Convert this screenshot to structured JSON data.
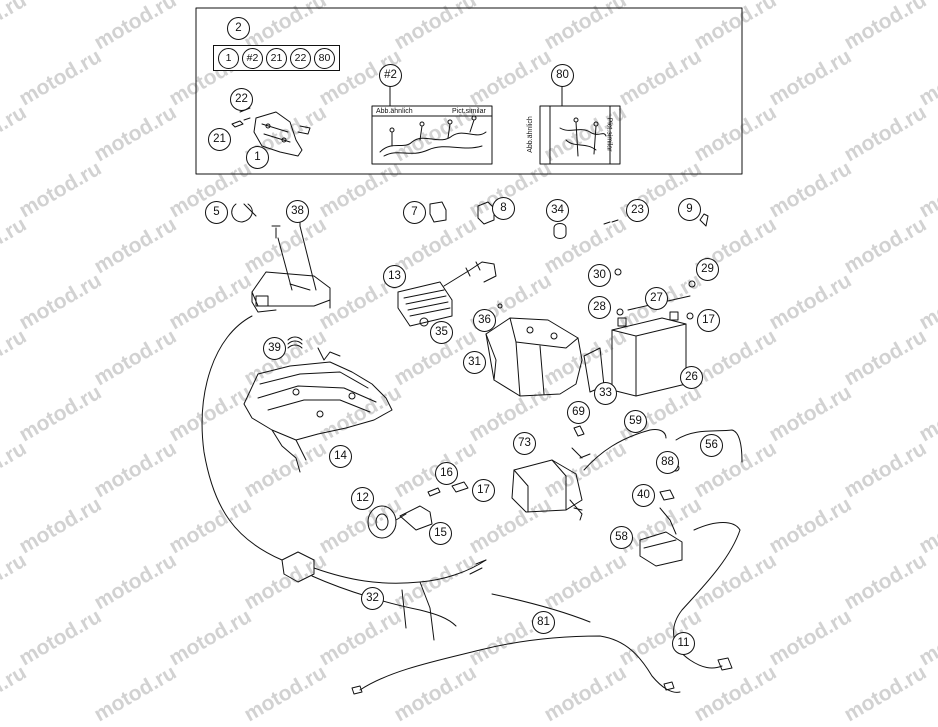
{
  "watermark": "motod.ru",
  "colors": {
    "line": "#111111",
    "watermark": "#d2d2d2",
    "background": "#ffffff"
  },
  "kit": {
    "label": "2",
    "members": [
      "1",
      "#2",
      "21",
      "22",
      "80"
    ]
  },
  "insets": [
    {
      "id": "#2",
      "left_text": "Abb.ähnlich",
      "right_text": "Pict.similar"
    },
    {
      "id": "80",
      "left_text": "Abb.ähnlich",
      "right_text": "Pict.similar"
    }
  ],
  "callouts": [
    "1",
    "21",
    "22",
    "5",
    "38",
    "7",
    "8",
    "34",
    "23",
    "9",
    "13",
    "30",
    "29",
    "28",
    "27",
    "17",
    "36",
    "35",
    "39",
    "31",
    "33",
    "26",
    "69",
    "59",
    "56",
    "73",
    "88",
    "14",
    "16",
    "17",
    "12",
    "15",
    "40",
    "58",
    "32",
    "81",
    "11"
  ]
}
